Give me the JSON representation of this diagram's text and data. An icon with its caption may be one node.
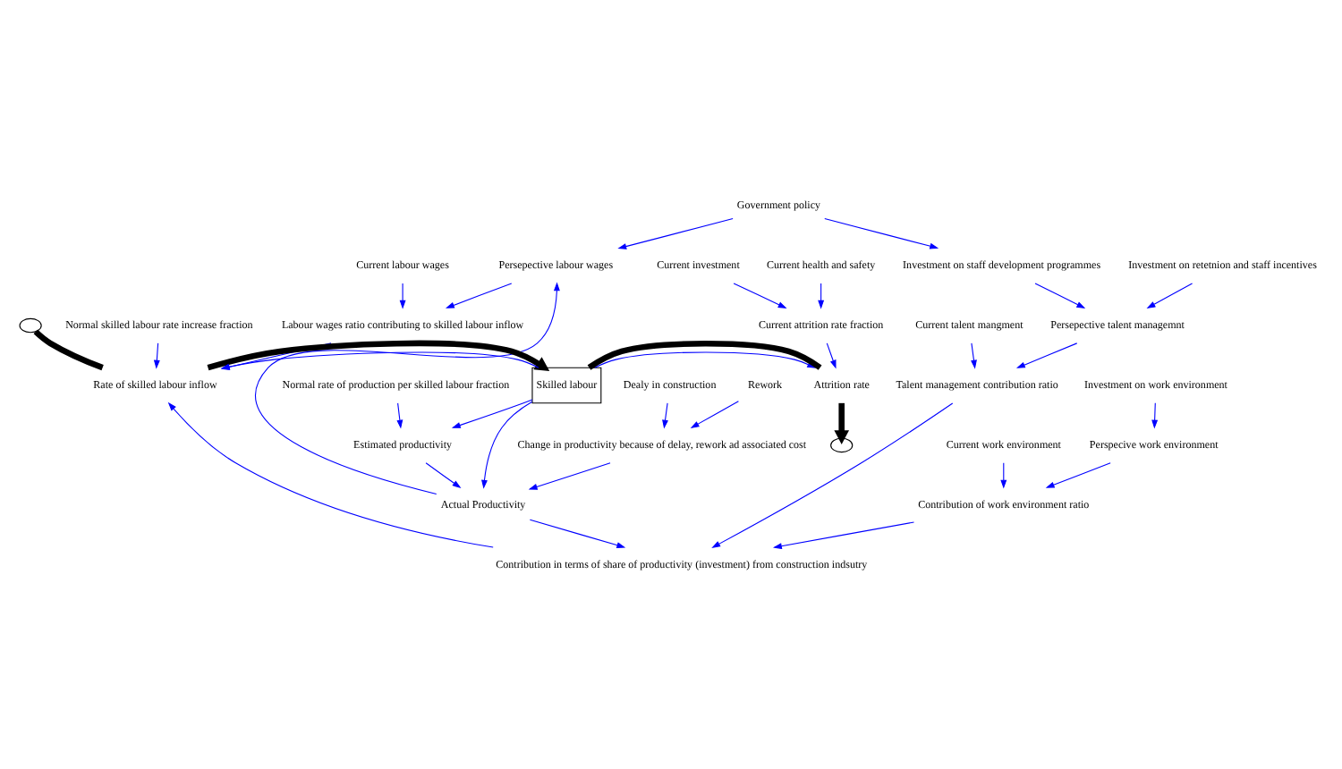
{
  "diagram": {
    "nodes": [
      {
        "text": [
          "Government policy"
        ]
      },
      {
        "text": [
          "Current labour wages"
        ]
      },
      {
        "text": [
          "Persepective labour wages"
        ]
      },
      {
        "text": [
          "Rework"
        ]
      },
      {
        "text": [
          "Dealy in construction"
        ]
      },
      {
        "text": [
          "Current talent mangment"
        ]
      },
      {
        "text": [
          "Labour wages ratio contributing to skilled labour inflow"
        ]
      },
      {
        "text": [
          "Change in productivity because of delay, rework ad associated cost"
        ]
      },
      {
        "text": [
          "Investment on staff development programmes"
        ]
      },
      {
        "text": [
          "Talent management contribution ratio"
        ]
      },
      {
        "text": [
          "Actual Productivity"
        ]
      },
      {
        "text": [
          "Normal rate of production per skilled labour fraction"
        ]
      },
      {
        "text": [
          "Contribution in terms of share of productivity (investment) from construction indsutry"
        ]
      },
      {
        "text": [
          "Investment on retetnion and staff incentives"
        ]
      },
      {
        "text": [
          "Persepective talent managemnt"
        ]
      },
      {
        "text": [
          "Estimated productivity"
        ]
      },
      {
        "text": [
          "Perspecive work environment"
        ]
      },
      {
        "text": [
          "Contribution of work environment ratio"
        ]
      },
      {
        "text": [],
        "shape": "cloud"
      },
      {
        "text": [
          "Rate of skilled labour inflow"
        ]
      },
      {
        "text": [
          "Skilled labour"
        ]
      },
      {
        "text": [
          "Attrition rate"
        ]
      },
      {
        "text": [],
        "shape": "cloud"
      },
      {
        "text": [
          "Investment on work environment"
        ]
      },
      {
        "text": [
          "Current work environment"
        ]
      },
      {
        "text": [
          "Normal skilled labour rate increase fraction"
        ]
      },
      {
        "text": [
          "Current attrition rate fraction"
        ]
      },
      {
        "text": [
          "Current investment"
        ]
      },
      {
        "text": [
          "Current health and safety"
        ]
      }
    ],
    "edges": [
      {
        "from": 0,
        "to": 8,
        "arrow": "to"
      },
      {
        "from": 0,
        "to": 2,
        "arrow": "to"
      },
      {
        "from": 1,
        "to": 6,
        "arrow": "to"
      },
      {
        "from": 2,
        "to": 6,
        "arrow": "to"
      },
      {
        "from": 3,
        "to": 7,
        "arrow": "to"
      },
      {
        "from": 4,
        "to": 7,
        "arrow": "to"
      },
      {
        "from": 5,
        "to": 9,
        "arrow": "to"
      },
      {
        "from": 7,
        "to": 10,
        "arrow": "to"
      },
      {
        "from": 10,
        "to": 2,
        "arrow": "to"
      },
      {
        "from": 10,
        "to": 12,
        "arrow": "to"
      },
      {
        "from": 8,
        "to": 14,
        "arrow": "to"
      },
      {
        "from": 13,
        "to": 14,
        "arrow": "to"
      },
      {
        "from": 14,
        "to": 9,
        "arrow": "to"
      },
      {
        "from": 9,
        "to": 12,
        "arrow": "to"
      },
      {
        "from": 11,
        "to": 15,
        "arrow": "to"
      },
      {
        "from": 15,
        "to": 10,
        "arrow": "to"
      },
      {
        "from": 20,
        "to": 10,
        "arrow": "to"
      },
      {
        "from": 20,
        "to": 15,
        "arrow": "to"
      },
      {
        "from": 6,
        "to": 19,
        "arrow": "to"
      },
      {
        "from": 12,
        "to": 19,
        "arrow": "to"
      },
      {
        "from": 17,
        "to": 12,
        "arrow": "to"
      },
      {
        "from": 16,
        "to": 17,
        "arrow": "to"
      },
      {
        "from": 23,
        "to": 16,
        "arrow": "to"
      },
      {
        "from": 24,
        "to": 17,
        "arrow": "to"
      },
      {
        "from": 25,
        "to": 19,
        "arrow": "to"
      },
      {
        "from": 20,
        "to": 19,
        "arrow": "to"
      },
      {
        "from": 20,
        "to": 21,
        "arrow": "to"
      },
      {
        "from": 26,
        "to": 21,
        "arrow": "to"
      },
      {
        "from": 27,
        "to": 26,
        "arrow": "to"
      },
      {
        "from": 28,
        "to": 26,
        "arrow": "to"
      },
      {
        "from": 18,
        "to": 19,
        "arrow": "none",
        "style": "thick",
        "color": "#000000"
      },
      {
        "from": 19,
        "to": 20,
        "arrow": "to",
        "style": "thick",
        "color": "#000000"
      },
      {
        "from": 20,
        "to": 21,
        "arrow": "none",
        "style": "thick",
        "color": "#000000"
      },
      {
        "from": 21,
        "to": 22,
        "arrow": "to",
        "style": "thick",
        "color": "#000000"
      }
    ]
  }
}
